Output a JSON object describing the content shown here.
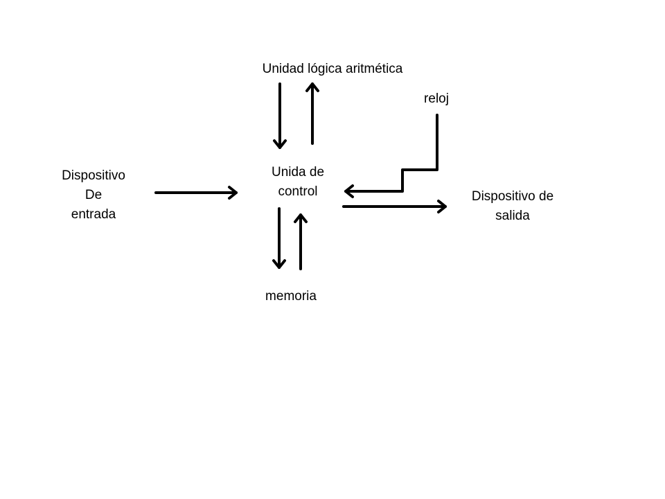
{
  "diagram": {
    "nodes": {
      "alu": {
        "lines": [
          "Unidad lógica aritmética"
        ]
      },
      "clock": {
        "lines": [
          "reloj"
        ]
      },
      "input_device": {
        "lines": [
          "Dispositivo",
          "De",
          "entrada"
        ]
      },
      "control_unit": {
        "lines": [
          "Unida de",
          "control"
        ]
      },
      "output_device": {
        "lines": [
          "Dispositivo de",
          "salida"
        ]
      },
      "memory": {
        "lines": [
          "memoria"
        ]
      }
    },
    "edges": [
      {
        "from": "alu",
        "to": "control_unit"
      },
      {
        "from": "control_unit",
        "to": "alu"
      },
      {
        "from": "clock",
        "to": "control_unit"
      },
      {
        "from": "input_device",
        "to": "control_unit"
      },
      {
        "from": "control_unit",
        "to": "output_device"
      },
      {
        "from": "control_unit",
        "to": "memory"
      },
      {
        "from": "memory",
        "to": "control_unit"
      }
    ],
    "colors": {
      "stroke": "#000000",
      "background": "#ffffff"
    }
  }
}
